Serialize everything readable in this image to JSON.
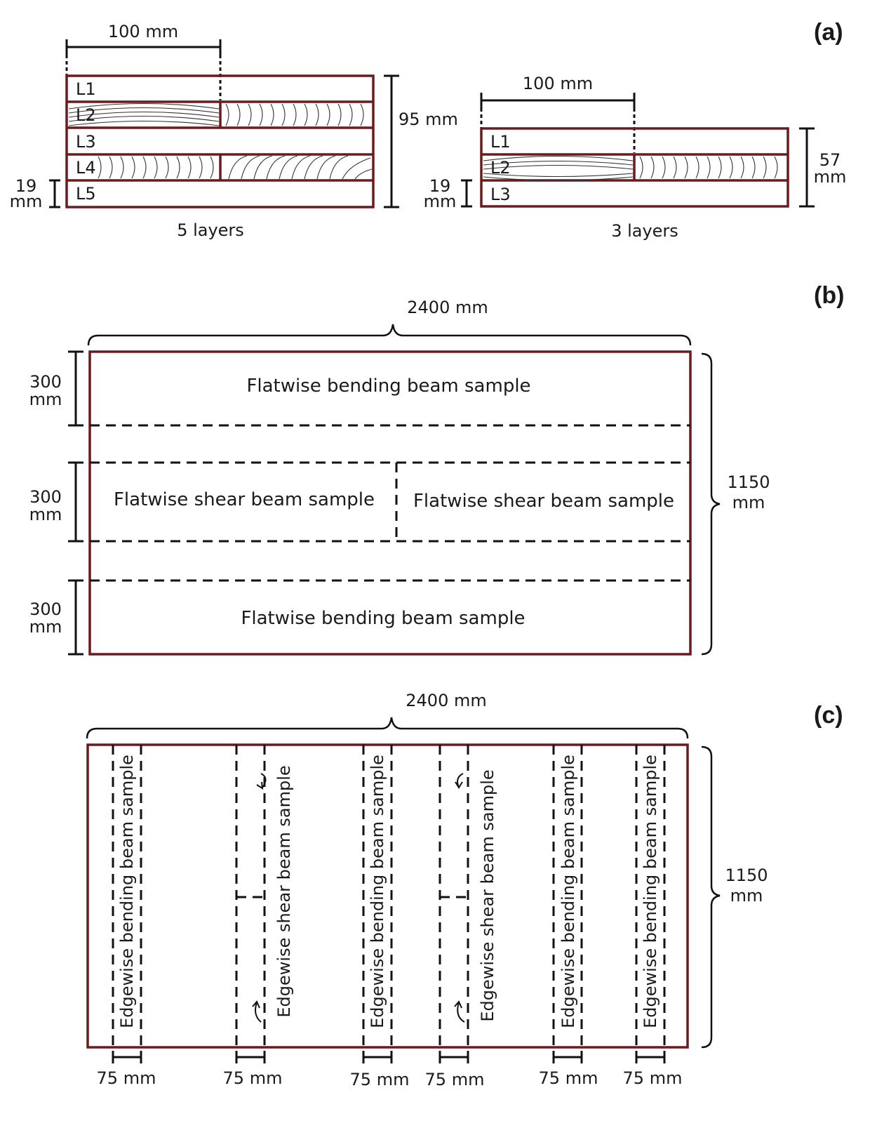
{
  "panels": {
    "a": {
      "label": "(a)",
      "five": {
        "width_label": "100 mm",
        "height_label": "95 mm",
        "thickness_label_1": "19",
        "thickness_label_2": "mm",
        "layers": [
          "L1",
          "L2",
          "L3",
          "L4",
          "L5"
        ],
        "caption": "5 layers"
      },
      "three": {
        "width_label": "100 mm",
        "height_label_1": "57",
        "height_label_2": "mm",
        "thickness_label_1": "19",
        "thickness_label_2": "mm",
        "layers": [
          "L1",
          "L2",
          "L3"
        ],
        "caption": "3 layers"
      }
    },
    "b": {
      "label": "(b)",
      "width_label": "2400 mm",
      "height_label_1": "1150",
      "height_label_2": "mm",
      "strip_label_1": "300",
      "strip_label_2": "mm",
      "top_sample": "Flatwise bending beam sample",
      "shear_left": "Flatwise shear beam sample",
      "shear_right": "Flatwise shear beam sample",
      "bottom_sample": "Flatwise bending beam sample"
    },
    "c": {
      "label": "(c)",
      "width_label": "2400 mm",
      "height_label_1": "1150",
      "height_label_2": "mm",
      "strips": [
        {
          "text": "Edgewise bending beam sample",
          "width_label": "75 mm"
        },
        {
          "text": "Edgewise shear beam sample",
          "width_label": "75 mm"
        },
        {
          "text": "Edgewise bending beam sample",
          "width_label": "75 mm"
        },
        {
          "text": "Edgewise shear beam sample",
          "width_label": "75 mm"
        },
        {
          "text": "Edgewise bending beam sample",
          "width_label": "75 mm"
        },
        {
          "text": "Edgewise bending beam sample",
          "width_label": "75 mm"
        }
      ]
    }
  },
  "colors": {
    "outline": "#6b1a1e",
    "line": "#111111"
  }
}
